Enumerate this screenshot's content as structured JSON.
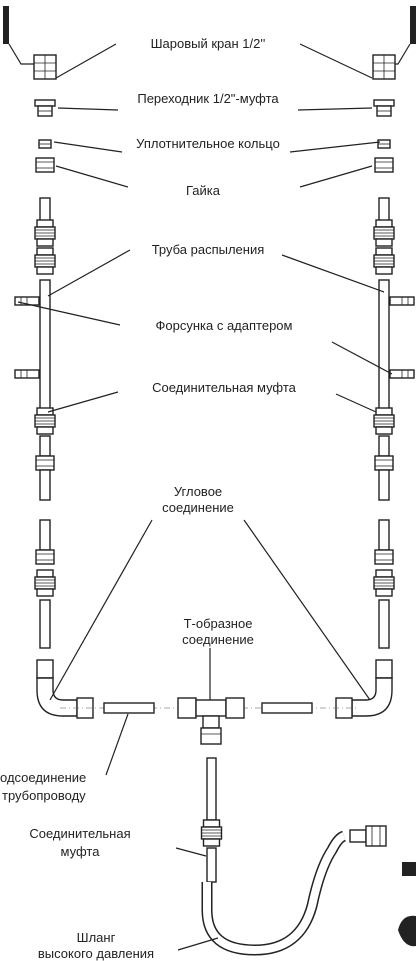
{
  "labels": {
    "ball_valve": "Шаровый кран 1/2''",
    "adapter": "Переходник 1/2\"-муфта",
    "o_ring": "Уплотнительное кольцо",
    "nut": "Гайка",
    "spray_pipe": "Труба распыления",
    "nozzle": "Форсунка с адаптером",
    "coupling": "Соединительная муфта",
    "elbow_line1": "Угловое",
    "elbow_line2": "соединение",
    "tee_line1": "Т-образное",
    "tee_line2": "соединение",
    "pipeline_line1": "одсоединение",
    "pipeline_line2": "трубопроводу",
    "coupling2_line1": "Соединительная",
    "coupling2_line2": "муфта",
    "hose_line1": "Шланг",
    "hose_line2": "высокого давления"
  }
}
